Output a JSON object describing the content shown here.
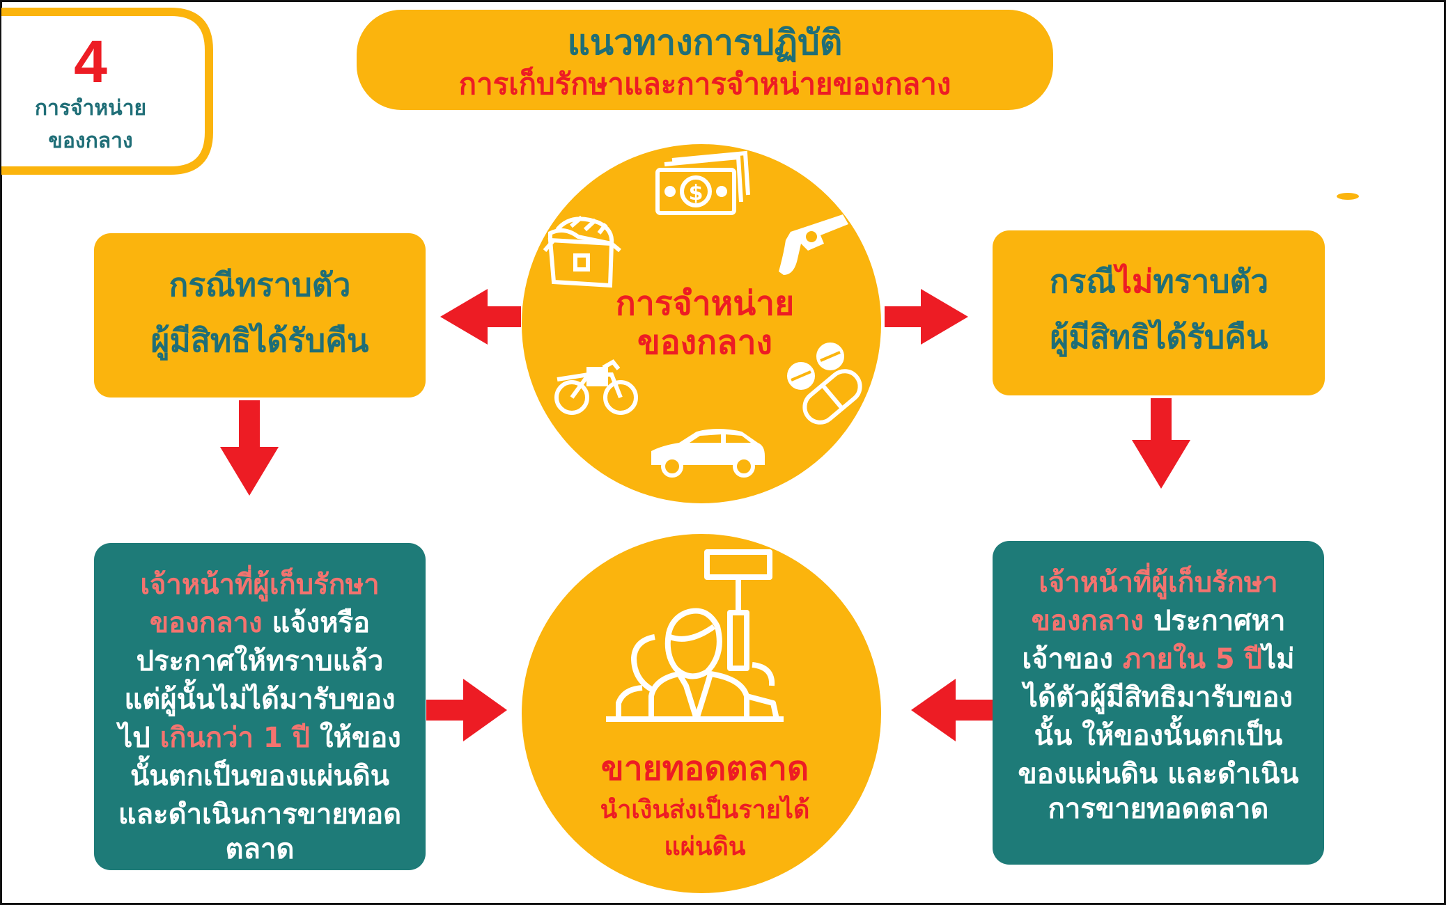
{
  "colors": {
    "orange": "#FBB40D",
    "teal": "#1E7B78",
    "red": "#ED1C24",
    "teal_text": "#1F6E77",
    "pink": "#F4736F",
    "white": "#FFFFFF"
  },
  "step_badge": {
    "number": "4",
    "line1": "การจำหน่าย",
    "line2": "ของกลาง"
  },
  "header": {
    "title": "แนวทางการปฏิบัติ",
    "subtitle": "การเก็บรักษาและการจำหน่ายของกลาง"
  },
  "center_circle": {
    "line1": "การจำหน่าย",
    "line2": "ของกลาง",
    "icons": [
      "money-icon",
      "treasure-chest-icon",
      "gun-icon",
      "motorcycle-icon",
      "pills-icon",
      "car-icon"
    ]
  },
  "left_case": {
    "line1": "กรณีทราบตัว",
    "line2": "ผู้มีสิทธิได้รับคืน"
  },
  "right_case": {
    "line1_pre": "กรณี",
    "line1_highlight": "ไม่",
    "line1_post": "ทราบตัว",
    "line2": "ผู้มีสิทธิได้รับคืน"
  },
  "left_detail": {
    "l1": "เจ้าหน้าที่ผู้เก็บรักษา",
    "l2a": "ของกลาง",
    "l2b": " แจ้งหรือ",
    "l3": "ประกาศให้ทราบแล้ว",
    "l4": "แต่ผู้นั้นไม่ได้มารับของ",
    "l5a": "ไป ",
    "l5b": "เกินกว่า 1 ปี",
    "l5c": " ให้ของ",
    "l6": "นั้นตกเป็นของแผ่นดิน",
    "l7": "และดำเนินการขายทอด",
    "l8": "ตลาด"
  },
  "right_detail": {
    "l1": "เจ้าหน้าที่ผู้เก็บรักษา",
    "l2a": "ของกลาง",
    "l2b": " ประกาศหา",
    "l3a": "เจ้าของ ",
    "l3b": "ภายใน 5 ปี",
    "l3c": "ไม่",
    "l4": "ได้ตัวผู้มีสิทธิมารับของ",
    "l5": "นั้น ให้ของนั้นตกเป็น",
    "l6": "ของแผ่นดิน และดำเนิน",
    "l7": "การขายทอดตลาด"
  },
  "auction_circle": {
    "title": "ขายทอดตลาด",
    "line1": "นำเงินส่งเป็นรายได้",
    "line2": "แผ่นดิน",
    "icon": "auction-bidder-icon"
  }
}
